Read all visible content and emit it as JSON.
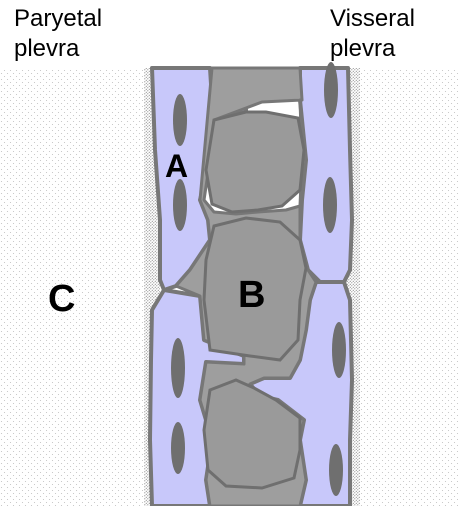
{
  "labels": {
    "parietal_line1": "Paryetal",
    "parietal_line2": "plevra",
    "visceral_line1": "Visseral",
    "visceral_line2": "plevra"
  },
  "regions": {
    "a": "A",
    "b": "B",
    "c": "C"
  },
  "colors": {
    "cell_fill": "#c8c8fa",
    "cell_outline": "#777777",
    "nucleus": "#6f6f6f",
    "space_fill": "#9e9e9e",
    "stipple": "#bdbdbd",
    "stipple_dense": "#8a8a8a"
  }
}
